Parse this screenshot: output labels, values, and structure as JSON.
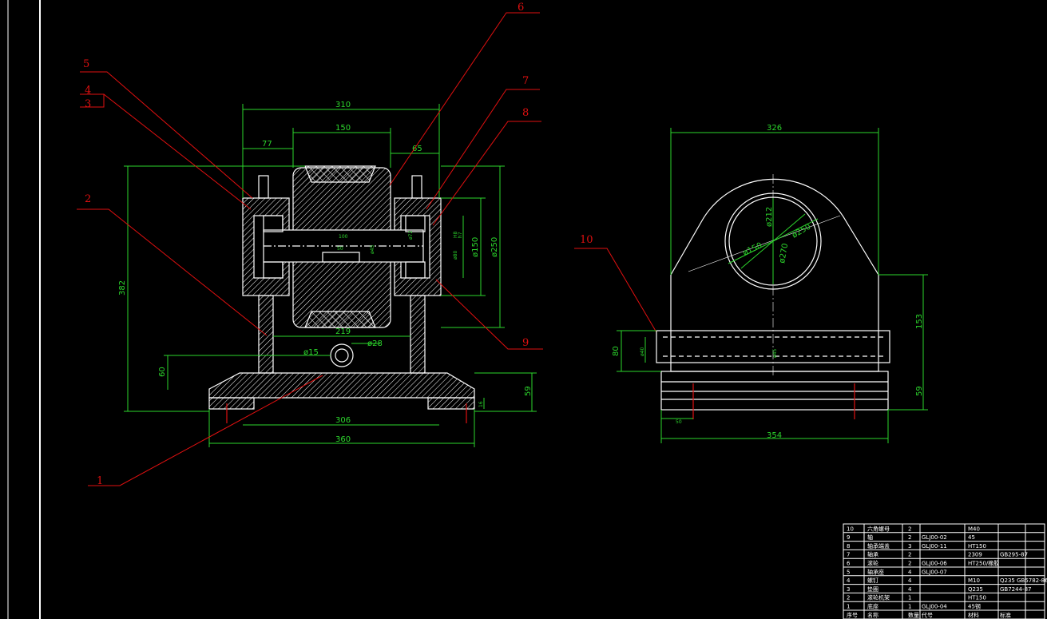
{
  "front_view": {
    "dims": {
      "d310": "310",
      "d150": "150",
      "d77": "77",
      "d65": "65",
      "d382": "382",
      "d219": "219",
      "d306": "306",
      "d360": "360",
      "d60": "60",
      "d59": "59",
      "d16": "16",
      "phi15": "ø15",
      "phi28": "ø28",
      "phi150": "ø150",
      "phi250": "ø250",
      "h8": "H8",
      "h7": "h7",
      "phi80": "ø80",
      "s100": "100",
      "s50": "50",
      "s45": "ø45",
      "s72": "ø72"
    },
    "callouts": [
      "1",
      "2",
      "3",
      "4",
      "5",
      "6",
      "7",
      "8",
      "9"
    ]
  },
  "side_view": {
    "dims": {
      "d326": "326",
      "d354": "354",
      "d153": "153",
      "d59": "59",
      "d80": "80",
      "phi40": "ø40",
      "phi45": "ø45",
      "phi150": "ø150",
      "phi212": "ø212",
      "phi250": "ø250",
      "phi270": "ø270",
      "s50": "50"
    },
    "callout": "10"
  },
  "bom": {
    "rows": [
      {
        "no": "10",
        "name": "六角螺母",
        "qty": "2",
        "code": "",
        "mat": "M40",
        "std": ""
      },
      {
        "no": "9",
        "name": "轴",
        "qty": "2",
        "code": "GLJ00-02",
        "mat": "45",
        "std": ""
      },
      {
        "no": "8",
        "name": "轴承端盖",
        "qty": "3",
        "code": "GLJ00-11",
        "mat": "HT150",
        "std": ""
      },
      {
        "no": "7",
        "name": "轴承",
        "qty": "2",
        "code": "",
        "mat": "2309",
        "std": "GB295-87"
      },
      {
        "no": "6",
        "name": "滚轮",
        "qty": "2",
        "code": "GLJ00-06",
        "mat": "HT250/橡胶",
        "std": ""
      },
      {
        "no": "5",
        "name": "轴承座",
        "qty": "4",
        "code": "GLJ00-07",
        "mat": "",
        "std": ""
      },
      {
        "no": "4",
        "name": "螺钉",
        "qty": "4",
        "code": "",
        "mat": "M10",
        "std": "Q235  GB5782-86"
      },
      {
        "no": "3",
        "name": "垫圈",
        "qty": "4",
        "code": "",
        "mat": "Q235",
        "std": "GB7244-87"
      },
      {
        "no": "2",
        "name": "滚轮机架",
        "qty": "1",
        "code": "",
        "mat": "HT150",
        "std": ""
      },
      {
        "no": "1",
        "name": "底座",
        "qty": "1",
        "code": "GLJ00-04",
        "mat": "45钢",
        "std": ""
      }
    ],
    "header": {
      "no": "序号",
      "name": "名称",
      "qty": "数量",
      "code": "代号",
      "mat": "材料",
      "std": "标准"
    }
  }
}
